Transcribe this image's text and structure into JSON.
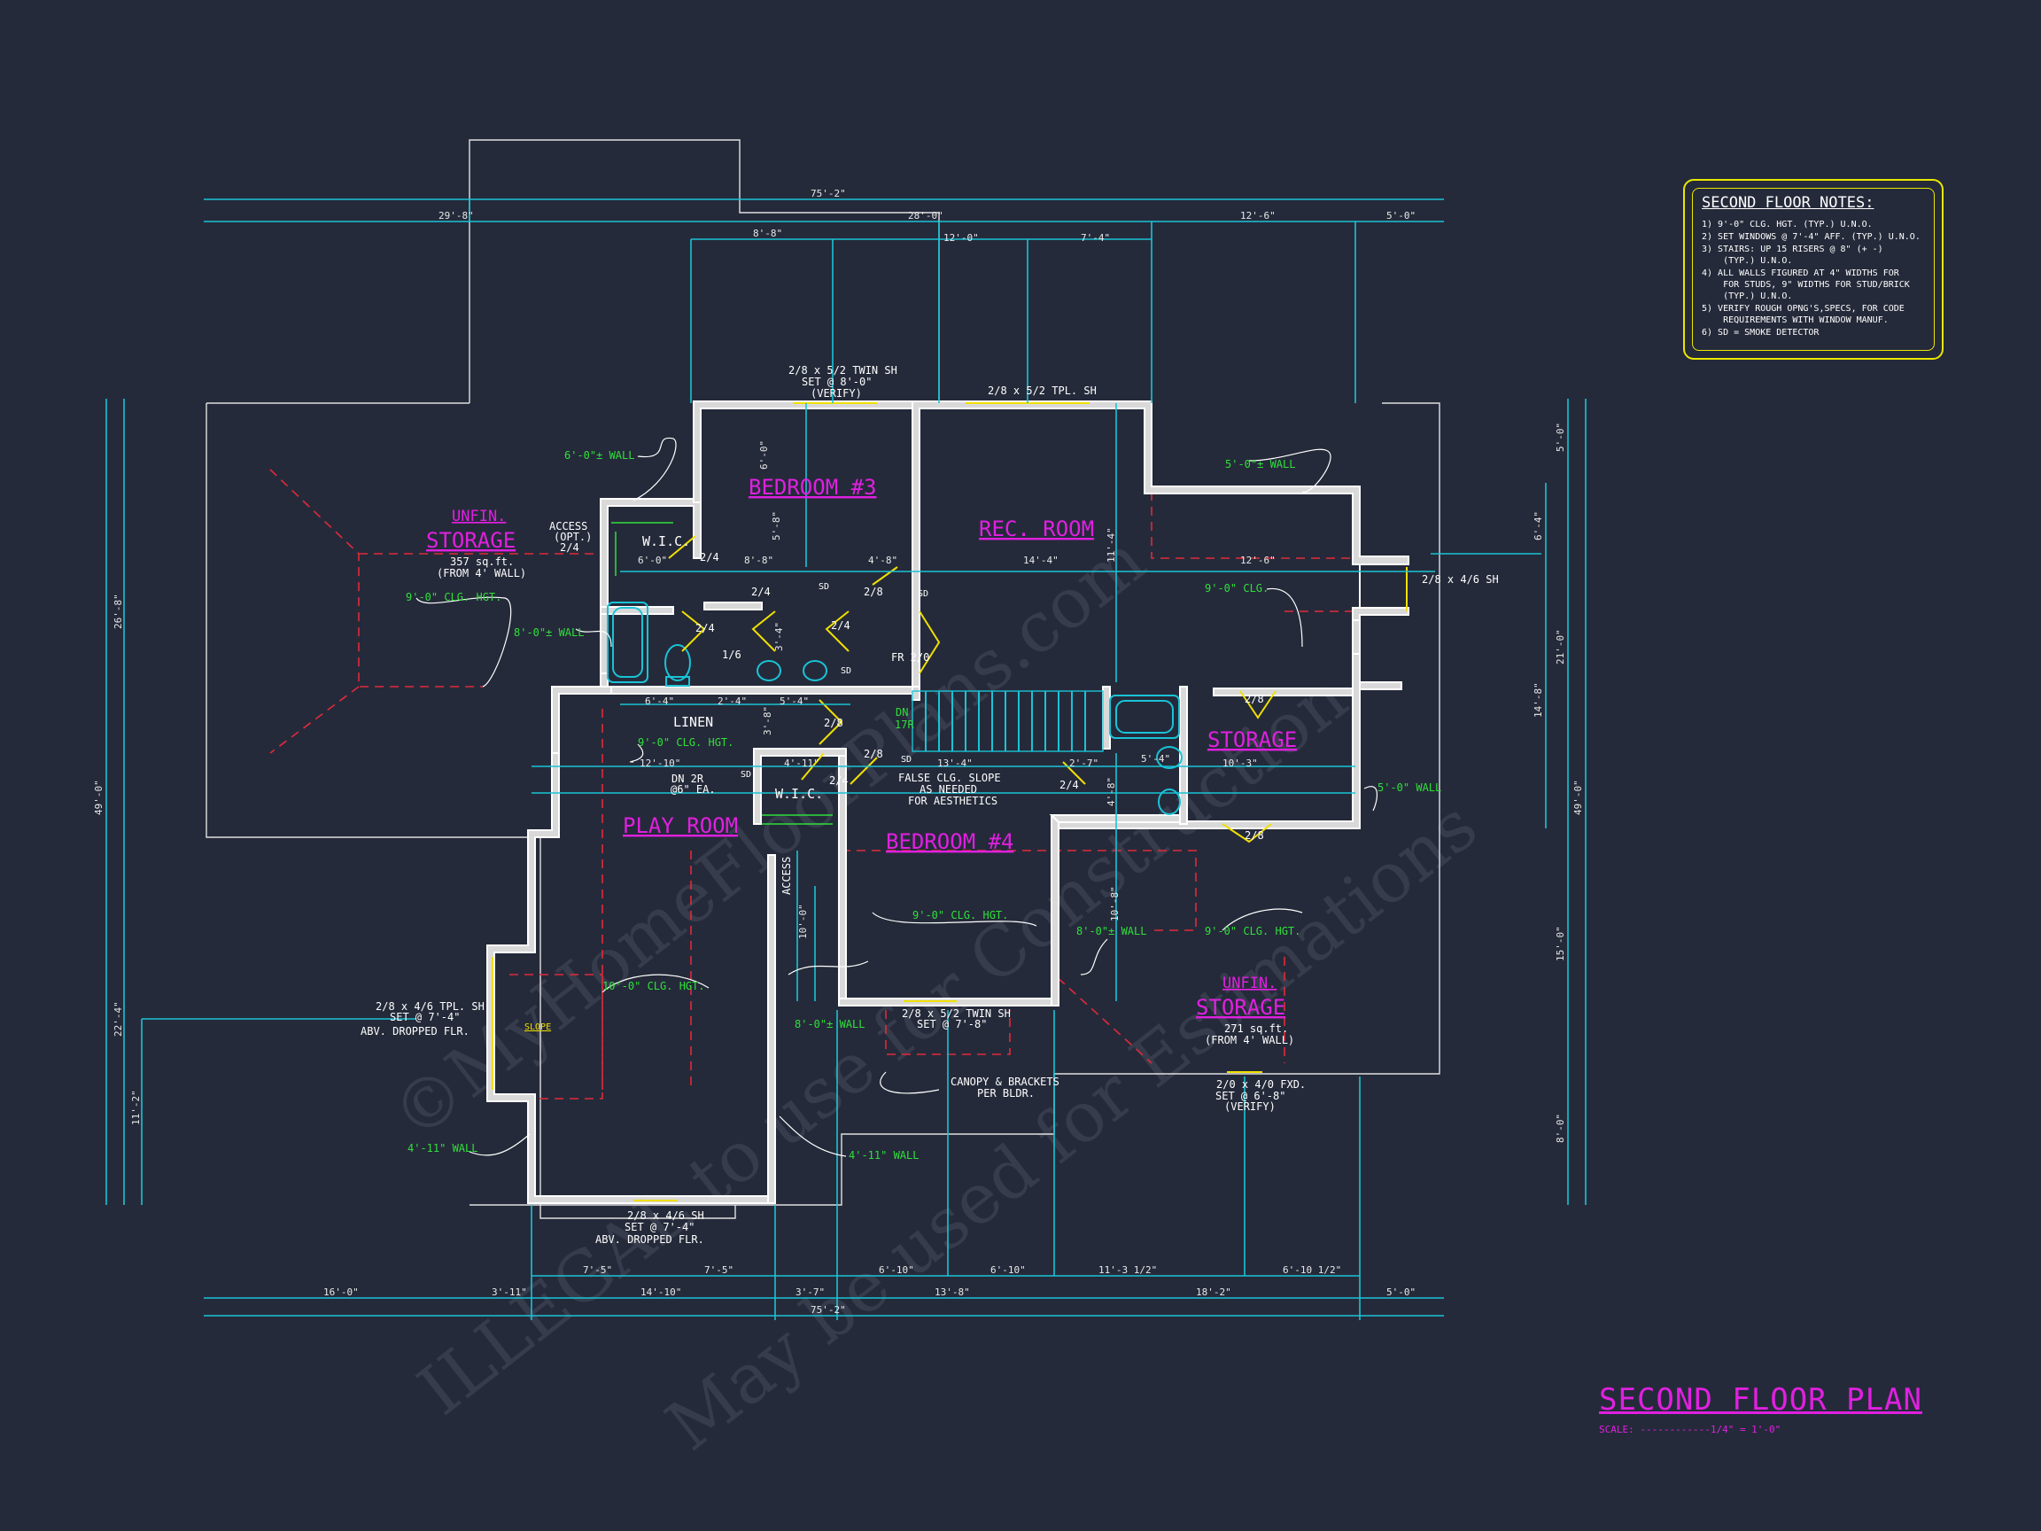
{
  "title": {
    "name": "SECOND FLOOR PLAN",
    "scale": "SCALE: ------------1/4\" = 1'-0\""
  },
  "notes": {
    "heading": "SECOND FLOOR NOTES:",
    "items": [
      "1) 9'-0\" CLG. HGT. (TYP.) U.N.O.",
      "2) SET WINDOWS @ 7'-4\" AFF. (TYP.) U.N.O.",
      "3) STAIRS: UP 15 RISERS @ 8\" (+ -)\n    (TYP.) U.N.O.",
      "4) ALL WALLS FIGURED AT 4\" WIDTHS FOR\n    FOR STUDS, 9\" WIDTHS FOR STUD/BRICK\n    (TYP.) U.N.O.",
      "5) VERIFY ROUGH OPNG'S,SPECS, FOR CODE\n    REQUIREMENTS WITH WINDOW MANUF.",
      "6) SD = SMOKE DETECTOR"
    ]
  },
  "rooms": {
    "bedroom3": "BEDROOM #3",
    "rec_room": "REC. ROOM",
    "unfin_left": "UNFIN.",
    "storage_left": "STORAGE",
    "storage_mid": "STORAGE",
    "play_room": "PLAY ROOM",
    "bedroom4": "BEDROOM #4",
    "unfin_right": "UNFIN.",
    "storage_right": "STORAGE"
  },
  "labels": {
    "win_b3": "2/8 x 5/2 TWIN SH",
    "win_b3_set": "SET @ 8'-0\"",
    "win_b3_verify": "(VERIFY)",
    "win_rec": "2/8 x 5/2 TPL. SH",
    "win_right": "2/8 x 4/6 SH",
    "wall_6": "6'-0\"± WALL",
    "wall_5_top": "5'-0\"± WALL",
    "wall_8_left": "8'-0\"± WALL",
    "wall_5_right": "5'-0\" WALL",
    "wall_4_11_left": "4'-11\" WALL",
    "wall_4_11_mid": "4'-11\" WALL",
    "wall_8_mid": "8'-0\"± WALL",
    "wall_8_b4": "8'-0\"± WALL",
    "access": "ACCESS",
    "access_opt": "(OPT.)",
    "access_size": "2/4",
    "access_vert": "ACCESS",
    "sqft_left": "357 sq.ft.",
    "from4_left": "(FROM 4' WALL)",
    "sqft_right": "271 sq.ft.",
    "from4_right": "(FROM 4' WALL)",
    "clg_9_left": "9'-0\" CLG. HGT.",
    "clg_9_rec": "9'-0\" CLG.",
    "clg_9_linen": "9'-0\" CLG. HGT.",
    "clg_9_b4": "9'-0\" CLG. HGT.",
    "clg_9_right": "9'-0\" CLG. HGT.",
    "clg_10_play": "10'-0\" CLG. HGT.",
    "wic_top": "W.I.C.",
    "wic_mid": "W.I.C.",
    "linen": "LINEN",
    "false_clg_1": "FALSE CLG. SLOPE",
    "false_clg_2": "AS NEEDED",
    "false_clg_3": "FOR AESTHETICS",
    "dn_2r": "DN 2R",
    "dn_2r_ea": "@6\" EA.",
    "dn_stairs": "DN",
    "dn_17r": "17R",
    "fr": "FR 2/0",
    "win_play": "2/8 x 4/6 TPL. SH",
    "win_play_set": "SET @ 7'-4\"",
    "win_play_abv": "ABV. DROPPED FLR.",
    "slope": "SLOPE",
    "win_b4": "2/8 x 5/2 TWIN SH",
    "win_b4_set": "SET @ 7'-8\"",
    "canopy_1": "CANOPY & BRACKETS",
    "canopy_2": "PER BLDR.",
    "win_bottom": "2/8 x 4/6 SH",
    "win_bottom_set": "SET @ 7'-4\"",
    "win_bottom_abv": "ABV. DROPPED FLR.",
    "win_fxd": "2/0 x 4/0 FXD.",
    "win_fxd_set": "SET @ 6'-8\"",
    "win_fxd_verify": "(VERIFY)",
    "sd1": "SD",
    "sd2": "SD",
    "sd3": "SD",
    "sd4": "SD",
    "sd5": "SD",
    "d_24_a": "2/4",
    "d_24_b": "2/4",
    "d_24_c": "2/4",
    "d_24_d": "2/4",
    "d_24_e": "2/4",
    "d_24_f": "2/4",
    "d_28_a": "2/8",
    "d_28_b": "2/8",
    "d_28_c": "2/8",
    "d_28_d": "2/8",
    "d_28_e": "2/8",
    "d_16": "1/6"
  },
  "dims": {
    "top_overall": "75'-2\"",
    "top_l": "29'-8\"",
    "top_m": "28'-0\"",
    "top_r1": "12'-6\"",
    "top_r2": "5'-0\"",
    "sub_1": "8'-8\"",
    "sub_2": "12'-0\"",
    "sub_3": "7'-4\"",
    "bot_1": "16'-0\"",
    "bot_2": "3'-11\"",
    "bot_3": "14'-10\"",
    "bot_4": "3'-7\"",
    "bot_5": "13'-8\"",
    "bot_6": "18'-2\"",
    "bot_7": "5'-0\"",
    "bot_sub1": "7'-5\"",
    "bot_sub2": "7'-5\"",
    "bot_sub3": "6'-10\"",
    "bot_sub4": "6'-10\"",
    "bot_sub5": "11'-3 1/2\"",
    "bot_sub6": "6'-10 1/2\"",
    "bot_overall": "75'-2\"",
    "left_1": "49'-0\"",
    "left_2": "26'-8\"",
    "left_3": "22'-4\"",
    "left_4": "11'-2\"",
    "right_1": "49'-0\"",
    "right_2": "5'-0\"",
    "right_3": "6'-4\"",
    "right_4": "21'-0\"",
    "right_5": "14'-8\"",
    "right_6": "15'-0\"",
    "right_7": "8'-0\"",
    "int_1": "6'-0\"",
    "int_2": "8'-8\"",
    "int_3": "4'-8\"",
    "int_4": "14'-4\"",
    "int_5": "12'-6\"",
    "int_6": "6'-4\"",
    "int_7": "2'-4\"",
    "int_8": "5'-4\"",
    "int_9": "12'-10\"",
    "int_10": "13'-4\"",
    "int_11": "2'-7\"",
    "int_12": "10'-3\"",
    "int_13": "4'-11\"",
    "int_14": "5'-4\"",
    "int_15": "6'-0\"",
    "int_16": "5'-8\"",
    "int_17": "3'-4\"",
    "int_18": "11'-4\"",
    "int_19": "4'-8\"",
    "int_20": "10'-8\"",
    "int_21": "10'-0\"",
    "int_22": "3'-8\""
  },
  "watermark": {
    "line1": "©MyHomeFloorPlans.com",
    "line2": "ILLEGAL to use for Construction",
    "line3": "May be used for Estimations"
  },
  "colors": {
    "background": "#252a3a",
    "dimension": "#19c3d6",
    "room_label": "#e020e0",
    "note_box": "#e8e800",
    "clg_note": "#2fe03a",
    "roof_hip": "#e02a3a"
  }
}
